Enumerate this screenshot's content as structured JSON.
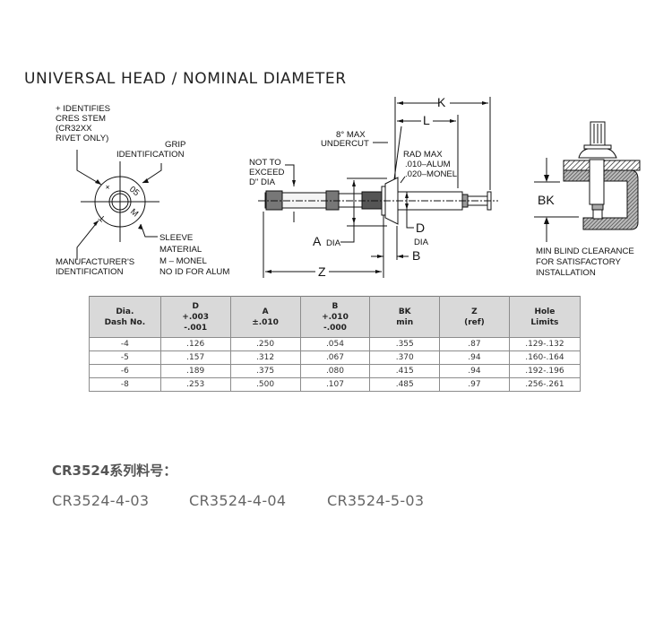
{
  "header": {
    "title": "UNIVERSAL HEAD / NOMINAL DIAMETER"
  },
  "head_view": {
    "cres_note": [
      "+ IDENTIFIES",
      "CRES STEM",
      "(CR32XX",
      "RIVET ONLY)"
    ],
    "grip_note": [
      "GRIP",
      "IDENTIFICATION"
    ],
    "mfr_note": [
      "MANUFACTURER'S",
      "IDENTIFICATION"
    ],
    "sleeve_note": [
      "SLEEVE",
      "MATERIAL",
      "M – MONEL",
      "NO ID FOR ALUM"
    ],
    "marks": {
      "cross": "+",
      "grip": "05",
      "mfr": "T",
      "material": "M"
    }
  },
  "side_view": {
    "k": "K",
    "l": "L",
    "undercut": [
      "8° MAX",
      "UNDERCUT"
    ],
    "rad": [
      "RAD MAX",
      ".010–ALUM",
      ".020–MONEL"
    ],
    "not_exceed": [
      "NOT TO",
      "EXCEED",
      "D\" DIA"
    ],
    "a": "A",
    "a_dia": "DIA",
    "d": "D",
    "d_dia": "DIA",
    "b": "B",
    "z": "Z"
  },
  "installed_view": {
    "bk": "BK",
    "note": [
      "MIN BLIND CLEARANCE",
      "FOR SATISFACTORY",
      "INSTALLATION"
    ]
  },
  "table": {
    "headers": [
      [
        "Dia.",
        "Dash No."
      ],
      [
        "D",
        "+.003",
        "-.001"
      ],
      [
        "A",
        "±.010"
      ],
      [
        "B",
        "+.010",
        "-.000"
      ],
      [
        "BK",
        "min"
      ],
      [
        "Z",
        "(ref)"
      ],
      [
        "Hole",
        "Limits"
      ]
    ],
    "rows": [
      [
        "-4",
        ".126",
        ".250",
        ".054",
        ".355",
        ".87",
        ".129-.132"
      ],
      [
        "-5",
        ".157",
        ".312",
        ".067",
        ".370",
        ".94",
        ".160-.164"
      ],
      [
        "-6",
        ".189",
        ".375",
        ".080",
        ".415",
        ".94",
        ".192-.196"
      ],
      [
        "-8",
        ".253",
        ".500",
        ".107",
        ".485",
        ".97",
        ".256-.261"
      ]
    ]
  },
  "series": {
    "title": "CR3524系列料号：",
    "part_numbers": [
      "CR3524-4-03",
      "CR3524-4-04",
      "CR3524-5-03"
    ]
  }
}
